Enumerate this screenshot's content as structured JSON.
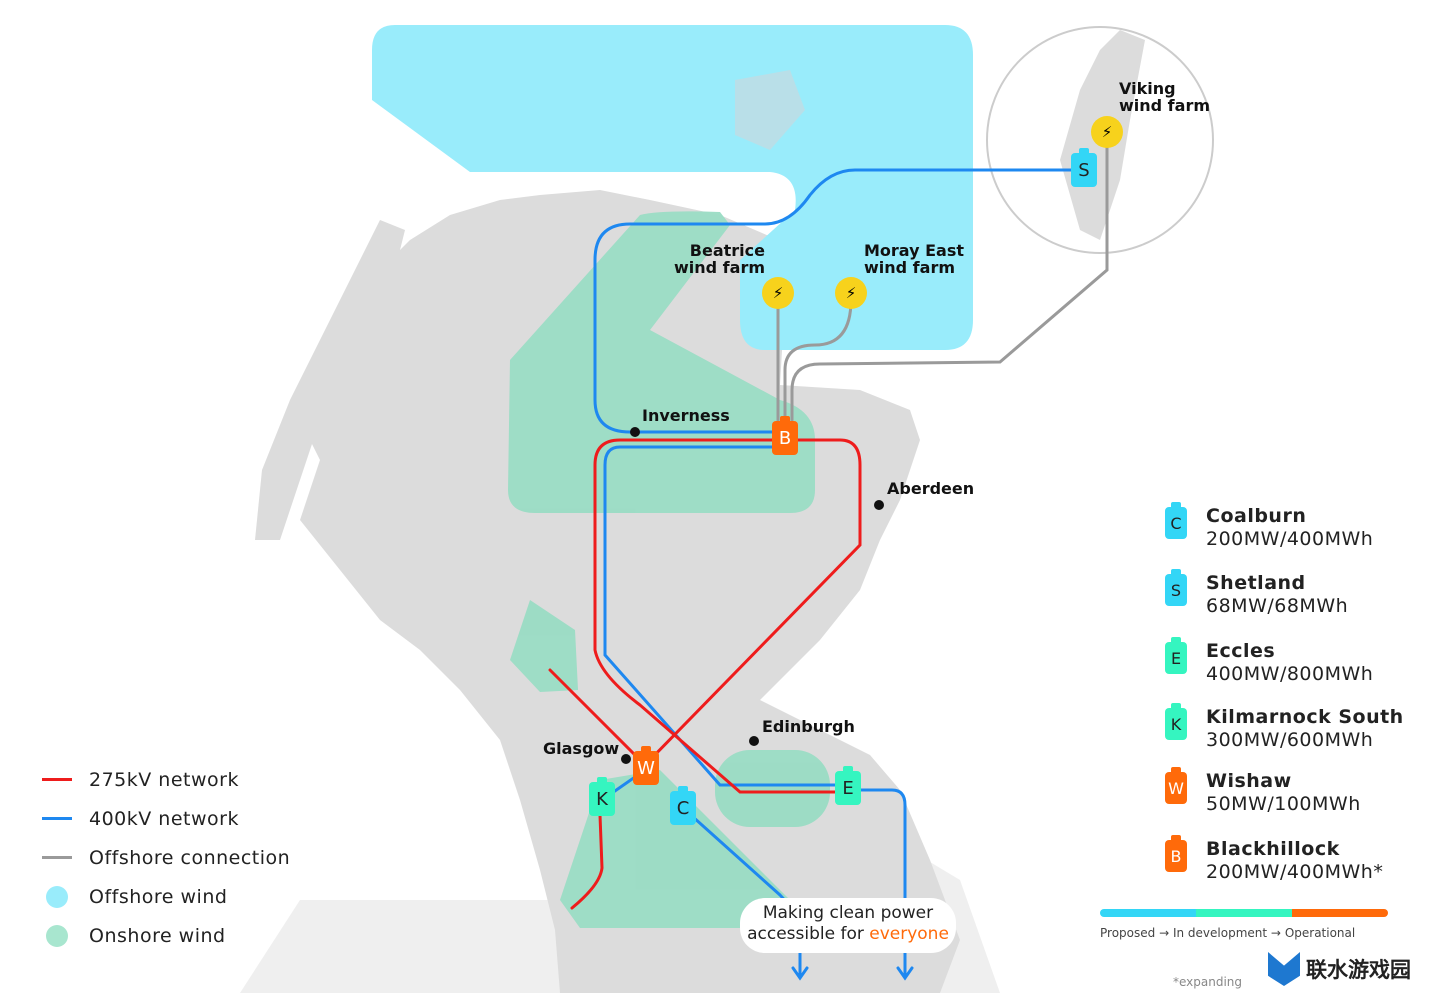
{
  "places": {
    "viking": "Viking\nwind farm",
    "beatrice": "Beatrice\nwind farm",
    "moray": "Moray East\nwind farm",
    "inverness": "Inverness",
    "aberdeen": "Aberdeen",
    "edinburgh": "Edinburgh",
    "glasgow": "Glasgow"
  },
  "batteries": {
    "S": "S",
    "B": "B",
    "W": "W",
    "K": "K",
    "C": "C",
    "E": "E"
  },
  "legend": [
    {
      "label": "275kV network",
      "color": "#ee1c1c"
    },
    {
      "label": "400kV network",
      "color": "#1e88f0"
    },
    {
      "label": "Offshore connection",
      "color": "#9a9a9a"
    },
    {
      "label": "Offshore wind",
      "color": "#99ecfb"
    },
    {
      "label": "Onshore wind",
      "color": "#a8e6cf"
    }
  ],
  "sites": [
    {
      "letter": "C",
      "name": "Coalburn",
      "capacity": "200MW/400MWh",
      "color": "#33d6f6"
    },
    {
      "letter": "S",
      "name": "Shetland",
      "capacity": "68MW/68MWh",
      "color": "#33d6f6"
    },
    {
      "letter": "E",
      "name": "Eccles",
      "capacity": "400MW/800MWh",
      "color": "#35f5c0"
    },
    {
      "letter": "K",
      "name": "Kilmarnock South",
      "capacity": "300MW/600MWh",
      "color": "#35f5c0"
    },
    {
      "letter": "W",
      "name": "Wishaw",
      "capacity": "50MW/100MWh",
      "color": "#ff6a0a"
    },
    {
      "letter": "B",
      "name": "Blackhillock",
      "capacity": "200MW/400MWh*",
      "color": "#ff6a0a"
    }
  ],
  "stages": {
    "proposed": "Proposed",
    "development": "In development",
    "operational": "Operational",
    "arrow": "→"
  },
  "footnote": "*expanding",
  "tagline": {
    "line1": "Making clean power",
    "line2": "accessible for ",
    "highlight": "everyone"
  },
  "watermark": "联水游戏园"
}
